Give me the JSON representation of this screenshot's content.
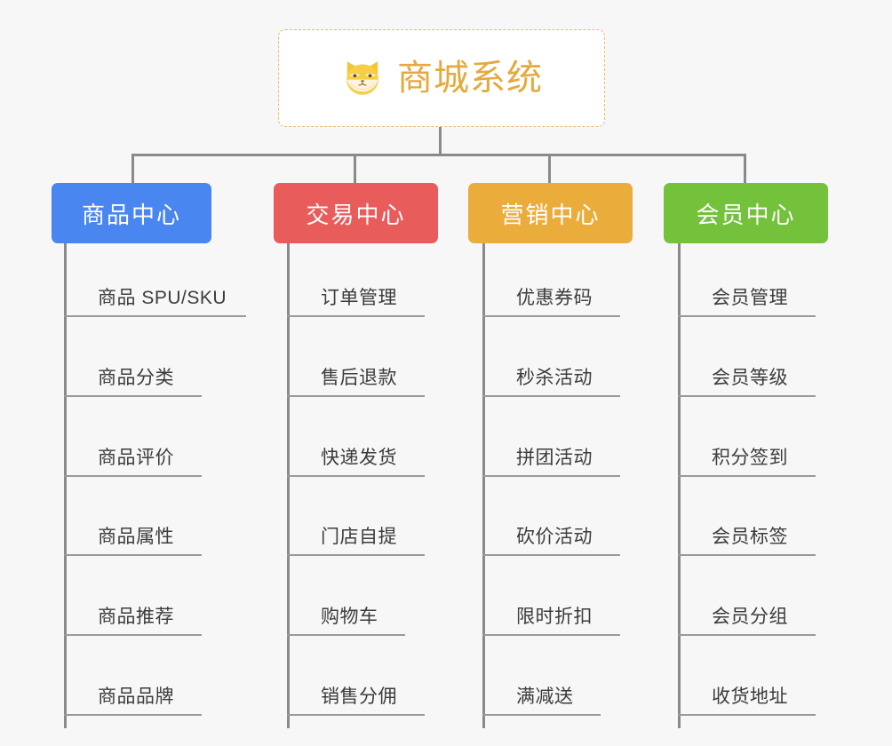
{
  "page": {
    "background_color": "#f7f7f7",
    "type": "mindmap-tree"
  },
  "root": {
    "title": "商城系统",
    "icon": "shiba-dog-icon",
    "border_color": "#e8b969",
    "text_color": "#e5a93e",
    "background_color": "#ffffff"
  },
  "columns": [
    {
      "id": "product-center",
      "label": "商品中心",
      "color": "#4a86f0",
      "items": [
        "商品 SPU/SKU",
        "商品分类",
        "商品评价",
        "商品属性",
        "商品推荐",
        "商品品牌"
      ]
    },
    {
      "id": "trade-center",
      "label": "交易中心",
      "color": "#e85c5c",
      "items": [
        "订单管理",
        "售后退款",
        "快递发货",
        "门店自提",
        "购物车",
        "销售分佣"
      ]
    },
    {
      "id": "marketing-center",
      "label": "营销中心",
      "color": "#eaad3c",
      "items": [
        "优惠券码",
        "秒杀活动",
        "拼团活动",
        "砍价活动",
        "限时折扣",
        "满减送"
      ]
    },
    {
      "id": "member-center",
      "label": "会员中心",
      "color": "#74c13c",
      "items": [
        "会员管理",
        "会员等级",
        "积分签到",
        "会员标签",
        "会员分组",
        "收货地址"
      ]
    }
  ],
  "connector": {
    "color": "#8a8a8a",
    "rule_color": "#9a9a9a"
  }
}
